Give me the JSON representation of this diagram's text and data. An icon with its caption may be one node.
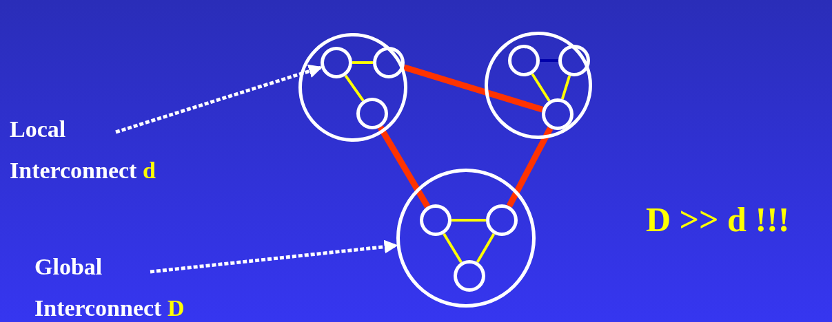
{
  "diagram": {
    "nodes": [
      {
        "text": [],
        "shape": "circle"
      },
      {
        "text": [],
        "shape": "circle",
        "in": 0
      },
      {
        "text": [],
        "shape": "circle",
        "in": 0
      },
      {
        "text": [],
        "shape": "circle",
        "in": 0
      },
      {
        "text": [],
        "shape": "circle"
      },
      {
        "text": [],
        "shape": "circle",
        "in": 4
      },
      {
        "text": [],
        "shape": "circle",
        "in": 4
      },
      {
        "text": [],
        "shape": "circle",
        "in": 4
      },
      {
        "text": [],
        "shape": "circle"
      },
      {
        "text": [],
        "shape": "circle",
        "in": 8
      },
      {
        "text": [],
        "shape": "circle",
        "in": 8
      },
      {
        "text": [],
        "shape": "circle",
        "in": 8
      },
      {
        "text": [
          "Local Interconnect d"
        ]
      },
      {
        "text": [
          "Global Interconnect D"
        ]
      }
    ],
    "edges": [
      {
        "from": 1,
        "to": 2,
        "arrow": "none"
      },
      {
        "from": 1,
        "to": 3,
        "arrow": "none"
      },
      {
        "from": 5,
        "to": 6,
        "arrow": "none",
        "color": "#0000aa"
      },
      {
        "from": 5,
        "to": 7,
        "arrow": "none"
      },
      {
        "from": 6,
        "to": 7,
        "arrow": "none"
      },
      {
        "from": 9,
        "to": 10,
        "arrow": "none"
      },
      {
        "from": 9,
        "to": 11,
        "arrow": "none"
      },
      {
        "from": 10,
        "to": 11,
        "arrow": "none"
      },
      {
        "from": 2,
        "to": 7,
        "arrow": "none",
        "style": "thick",
        "color": "#ff3300"
      },
      {
        "from": 3,
        "to": 9,
        "arrow": "none",
        "style": "thick",
        "color": "#ff3300"
      },
      {
        "from": 7,
        "to": 10,
        "arrow": "none",
        "style": "thick",
        "color": "#ff3300"
      },
      {
        "from": 12,
        "to": 1,
        "arrow": "to",
        "style": "dashed",
        "color": "#ffffff"
      },
      {
        "from": 13,
        "to": 8,
        "arrow": "to",
        "style": "dashed",
        "color": "#ffffff"
      }
    ],
    "labels": [
      "D >> d !!!"
    ]
  }
}
